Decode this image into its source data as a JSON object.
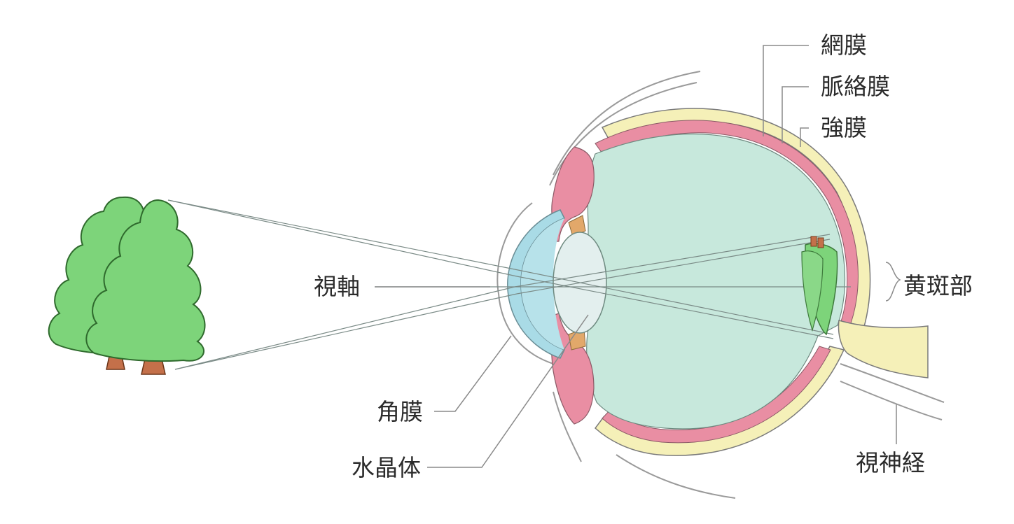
{
  "labels": {
    "retina": "網膜",
    "choroid": "脈絡膜",
    "sclera": "強膜",
    "macula": "黄斑部",
    "visual_axis": "視軸",
    "cornea": "角膜",
    "lens": "水晶体",
    "optic_nerve": "視神経"
  },
  "colors": {
    "tree_foliage": "#7dd47a",
    "tree_trunk": "#c4704a",
    "vitreous": "#c7e8dc",
    "cornea": "#a9dbe6",
    "lens": "#e3efee",
    "choroid_pink": "#e98ea3",
    "sclera_yellow": "#f5f0b8"
  }
}
